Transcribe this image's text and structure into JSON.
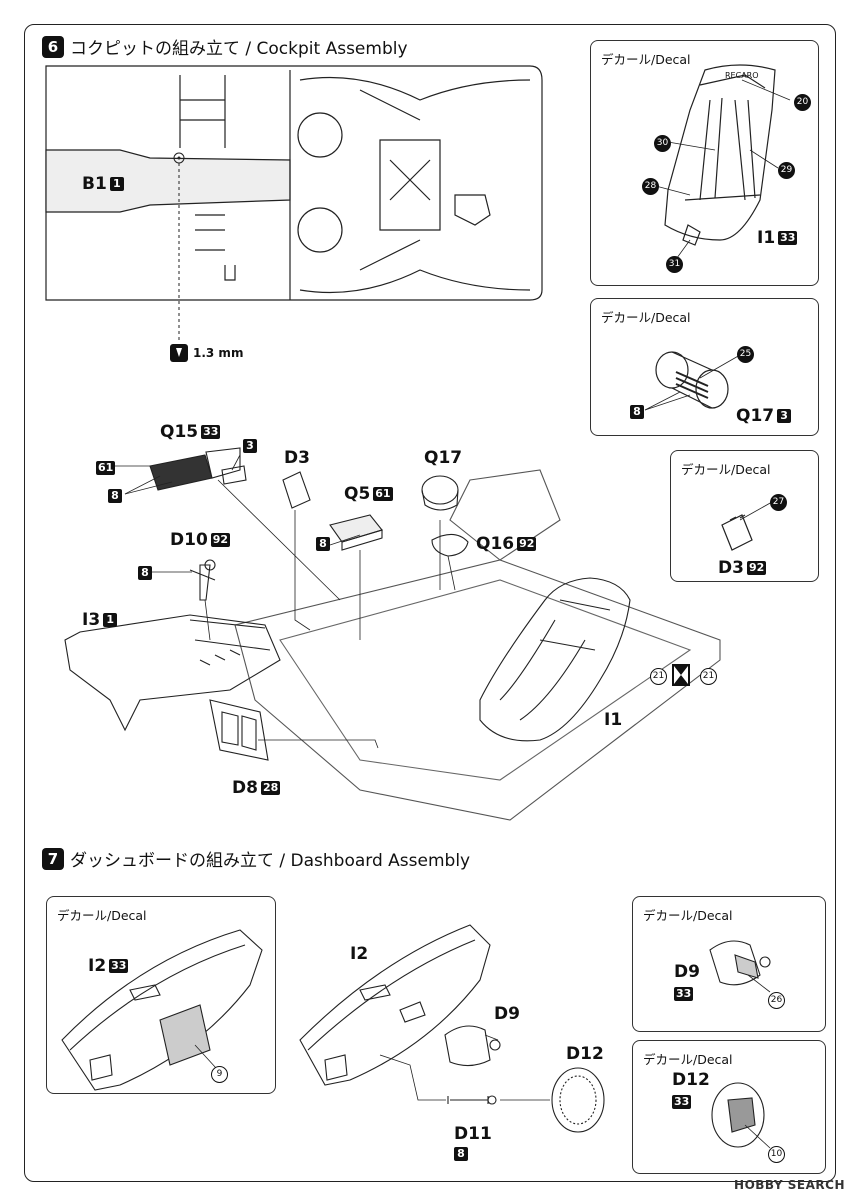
{
  "step6": {
    "number": "6",
    "title": "コクピットの組み立て / Cockpit Assembly"
  },
  "step7": {
    "number": "7",
    "title": "ダッシュボードの組み立て / Dashboard Assembly"
  },
  "decal": "デカール/Decal",
  "drill": {
    "size": "1.3 mm"
  },
  "seat_box": {
    "logo": "RECARO",
    "part": "I1",
    "part_qty": "33",
    "decals": [
      "20",
      "30",
      "29",
      "28",
      "31"
    ]
  },
  "q17_box": {
    "part": "Q17",
    "part_qty": "3",
    "decal_top": "25",
    "decal_bottom": "8"
  },
  "d3_box": {
    "part": "D3",
    "part_qty": "92",
    "decal": "27"
  },
  "step6_parts": {
    "b1": "B1",
    "b1_q": "1",
    "q15": "Q15",
    "q15_q": "33",
    "d3": "D3",
    "q17": "Q17",
    "q5": "Q5",
    "q5_q": "61",
    "q16": "Q16",
    "q16_q": "92",
    "d10": "D10",
    "d10_q": "92",
    "i3": "I3",
    "i3_q": "1",
    "d8": "D8",
    "d8_q": "28",
    "i1": "I1",
    "dec_61": "61",
    "dec_3": "3",
    "dec_8a": "8",
    "dec_8b": "8",
    "dec_8c": "8",
    "dec_21a": "21",
    "dec_21b": "21"
  },
  "step7_parts": {
    "i2a": "I2",
    "i2a_q": "33",
    "dec_9": "9",
    "i2b": "I2",
    "d9": "D9",
    "d12": "D12",
    "d11": "D11",
    "d11_q": "8"
  },
  "d9_box": {
    "part": "D9",
    "part_qty": "33",
    "decal": "26"
  },
  "d12_box": {
    "part": "D12",
    "part_qty": "33",
    "decal": "10"
  },
  "watermark": "HOBBY SEARCH"
}
